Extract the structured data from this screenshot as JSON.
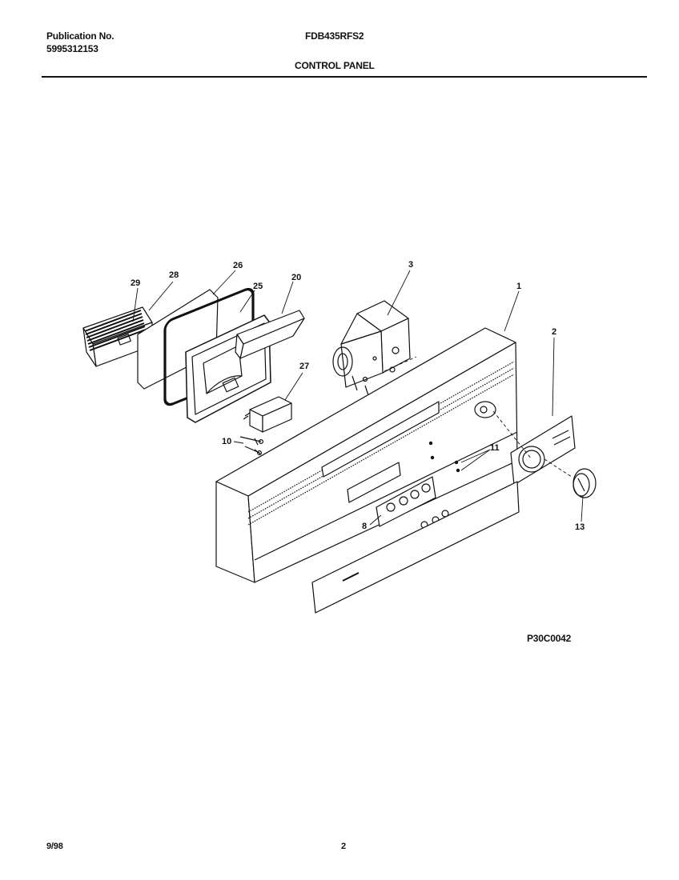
{
  "header": {
    "publication_label": "Publication No.",
    "publication_number": "5995312153",
    "model": "FDB435RFS2",
    "section_title": "CONTROL PANEL"
  },
  "diagram": {
    "callouts": [
      "29",
      "28",
      "26",
      "25",
      "20",
      "3",
      "1",
      "2",
      "27",
      "10",
      "11",
      "8",
      "13"
    ],
    "figure_code": "P30C0042"
  },
  "footer": {
    "date": "9/98",
    "page": "2"
  }
}
